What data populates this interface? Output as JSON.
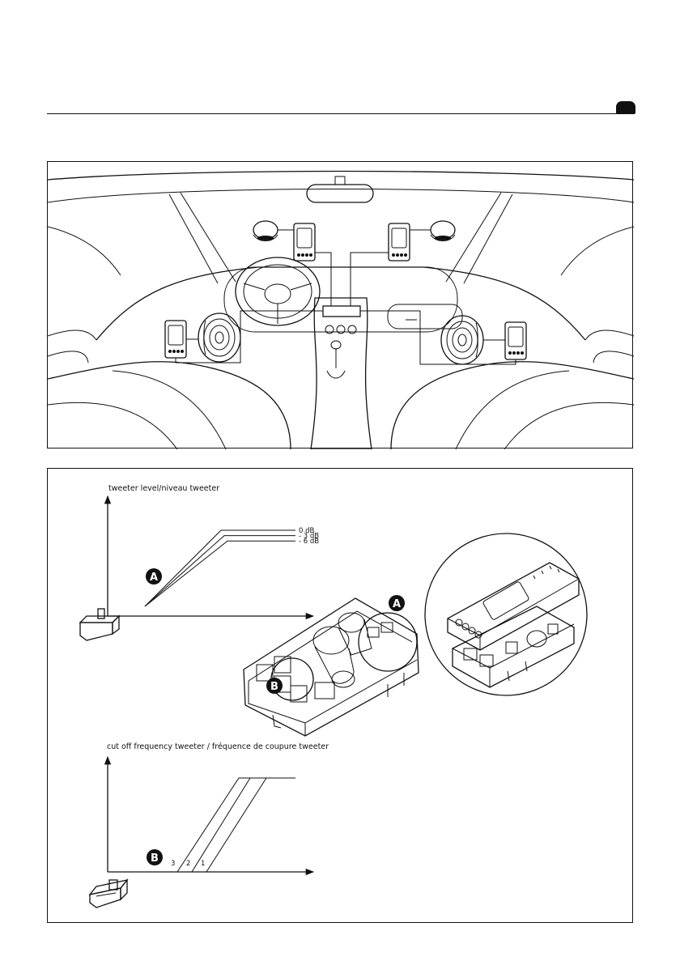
{
  "header": {
    "rule": "",
    "tab": ""
  },
  "diagram_car": {
    "components": [
      "crossover-left-top",
      "crossover-right-top",
      "tweeter-left",
      "tweeter-right",
      "woofer-left",
      "woofer-right",
      "crossover-left-bottom",
      "crossover-right-bottom",
      "head-unit"
    ]
  },
  "diagram_level": {
    "axis_label": "tweeter level/niveau tweeter",
    "levels": [
      {
        "label": "0 dB",
        "db": 0
      },
      {
        "label": "- 3 dB",
        "db": -3
      },
      {
        "label": "- 6 dB",
        "db": -6
      }
    ],
    "badge": "A"
  },
  "crossover_closeup": {
    "badge_a": "A",
    "badge_b": "B"
  },
  "diagram_cutoff": {
    "axis_label": "cut off frequency tweeter / fréquence de coupure tweeter",
    "positions": [
      "3",
      "2",
      "1"
    ],
    "badge": "B"
  }
}
